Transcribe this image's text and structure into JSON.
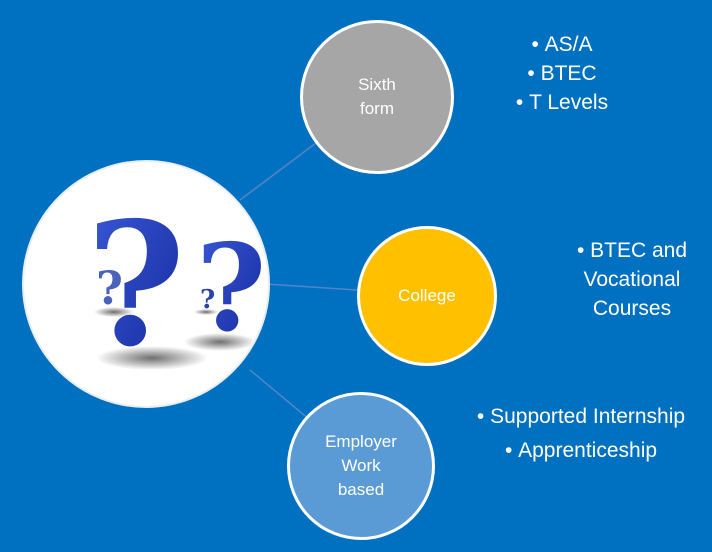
{
  "nodes": {
    "sixth_form": {
      "label_line1": "Sixth",
      "label_line2": "form",
      "color": "#a6a6a6"
    },
    "college": {
      "label": "College",
      "color": "#ffc000"
    },
    "employer": {
      "label_line1": "Employer",
      "label_line2": "Work",
      "label_line3": "based",
      "color": "#5b9bd5"
    }
  },
  "lists": {
    "sixth_form": [
      "AS/A",
      "BTEC",
      "T Levels"
    ],
    "college": [
      "BTEC and Vocational Courses"
    ],
    "employer": [
      "Supported Internship",
      "Apprenticeship"
    ]
  },
  "hub": {
    "icon": "question-marks-icon"
  },
  "colors": {
    "background": "#0070c0",
    "question_mark": "#1f3fb3"
  }
}
